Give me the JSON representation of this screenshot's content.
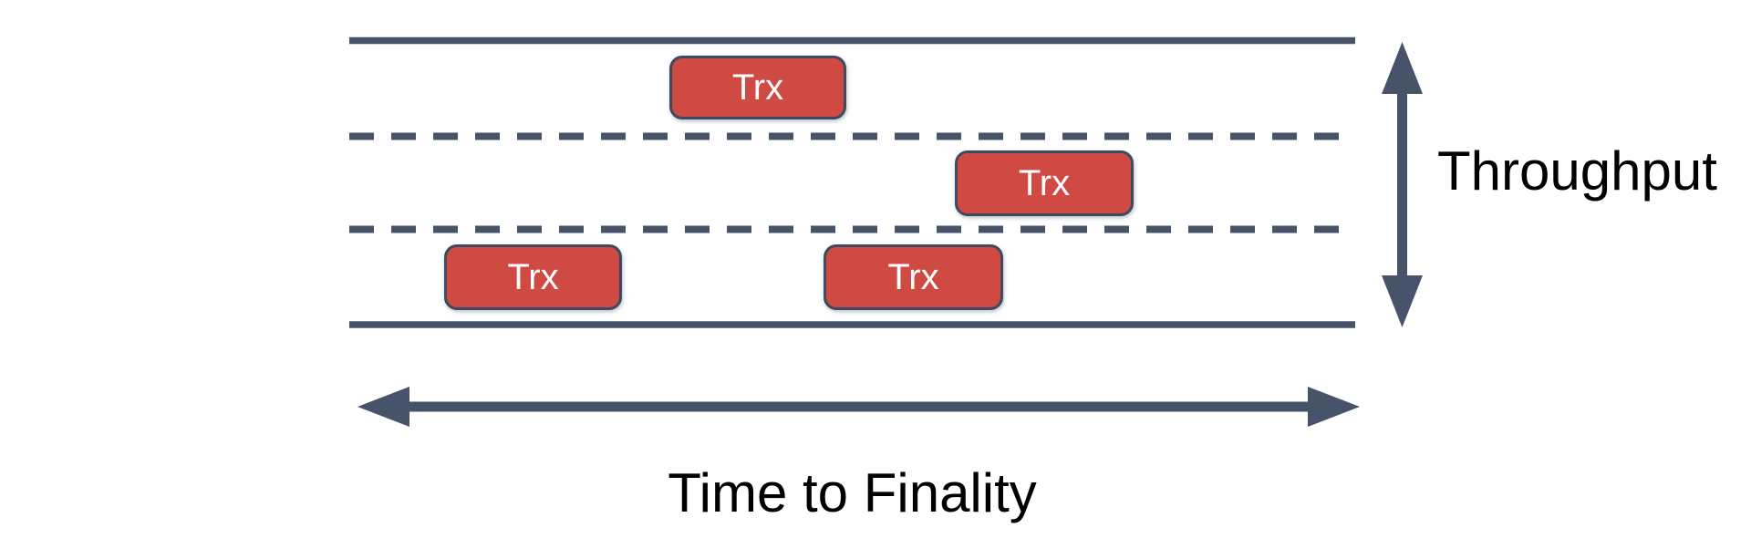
{
  "diagram": {
    "transaction_boxes": [
      {
        "label": "Trx",
        "lane": "top"
      },
      {
        "label": "Trx",
        "lane": "middle"
      },
      {
        "label": "Trx",
        "lane": "bottom"
      },
      {
        "label": "Trx",
        "lane": "bottom"
      }
    ],
    "vertical_axis_label": "Throughput",
    "horizontal_axis_label": "Time to Finality",
    "lanes": 3,
    "colors": {
      "box_fill": "#cf4a42",
      "box_border": "#3e4a5f",
      "box_text": "#ffffff",
      "line_stroke": "#475369",
      "label_text": "#000000",
      "background": "#ffffff"
    }
  }
}
